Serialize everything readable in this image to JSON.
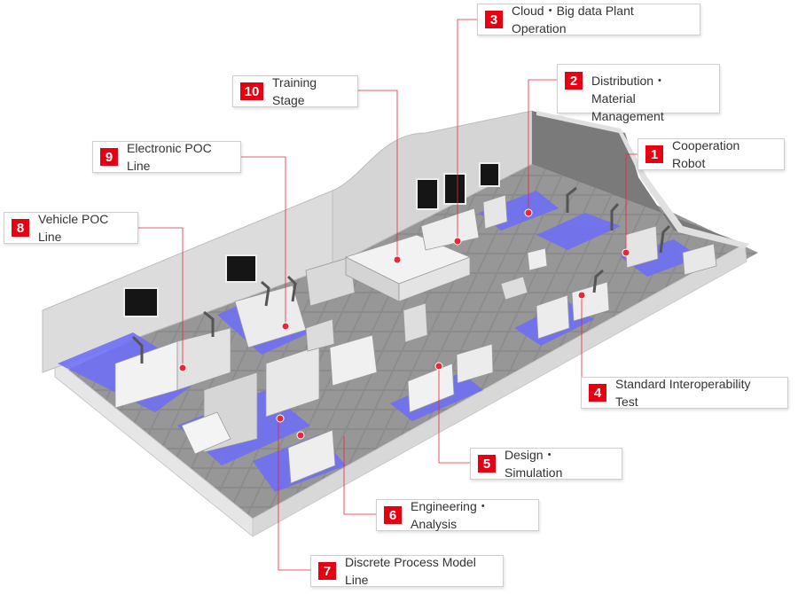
{
  "callouts": [
    {
      "num": "1",
      "text": "Cooperation Robot"
    },
    {
      "num": "2",
      "text": "Distribution・\nMaterial Management"
    },
    {
      "num": "3",
      "text": "Cloud・Big data Plant Operation"
    },
    {
      "num": "4",
      "text": "Standard Interoperability Test"
    },
    {
      "num": "5",
      "text": "Design・Simulation"
    },
    {
      "num": "6",
      "text": "Engineering・Analysis"
    },
    {
      "num": "7",
      "text": "Discrete Process Model Line"
    },
    {
      "num": "8",
      "text": "Vehicle POC Line"
    },
    {
      "num": "9",
      "text": "Electronic POC Line"
    },
    {
      "num": "10",
      "text": "Training Stage"
    }
  ],
  "colors": {
    "badge": "#e60012",
    "zone": "#6f6ff5",
    "dot": "#e8283a",
    "floor": "#8e8e8e"
  }
}
